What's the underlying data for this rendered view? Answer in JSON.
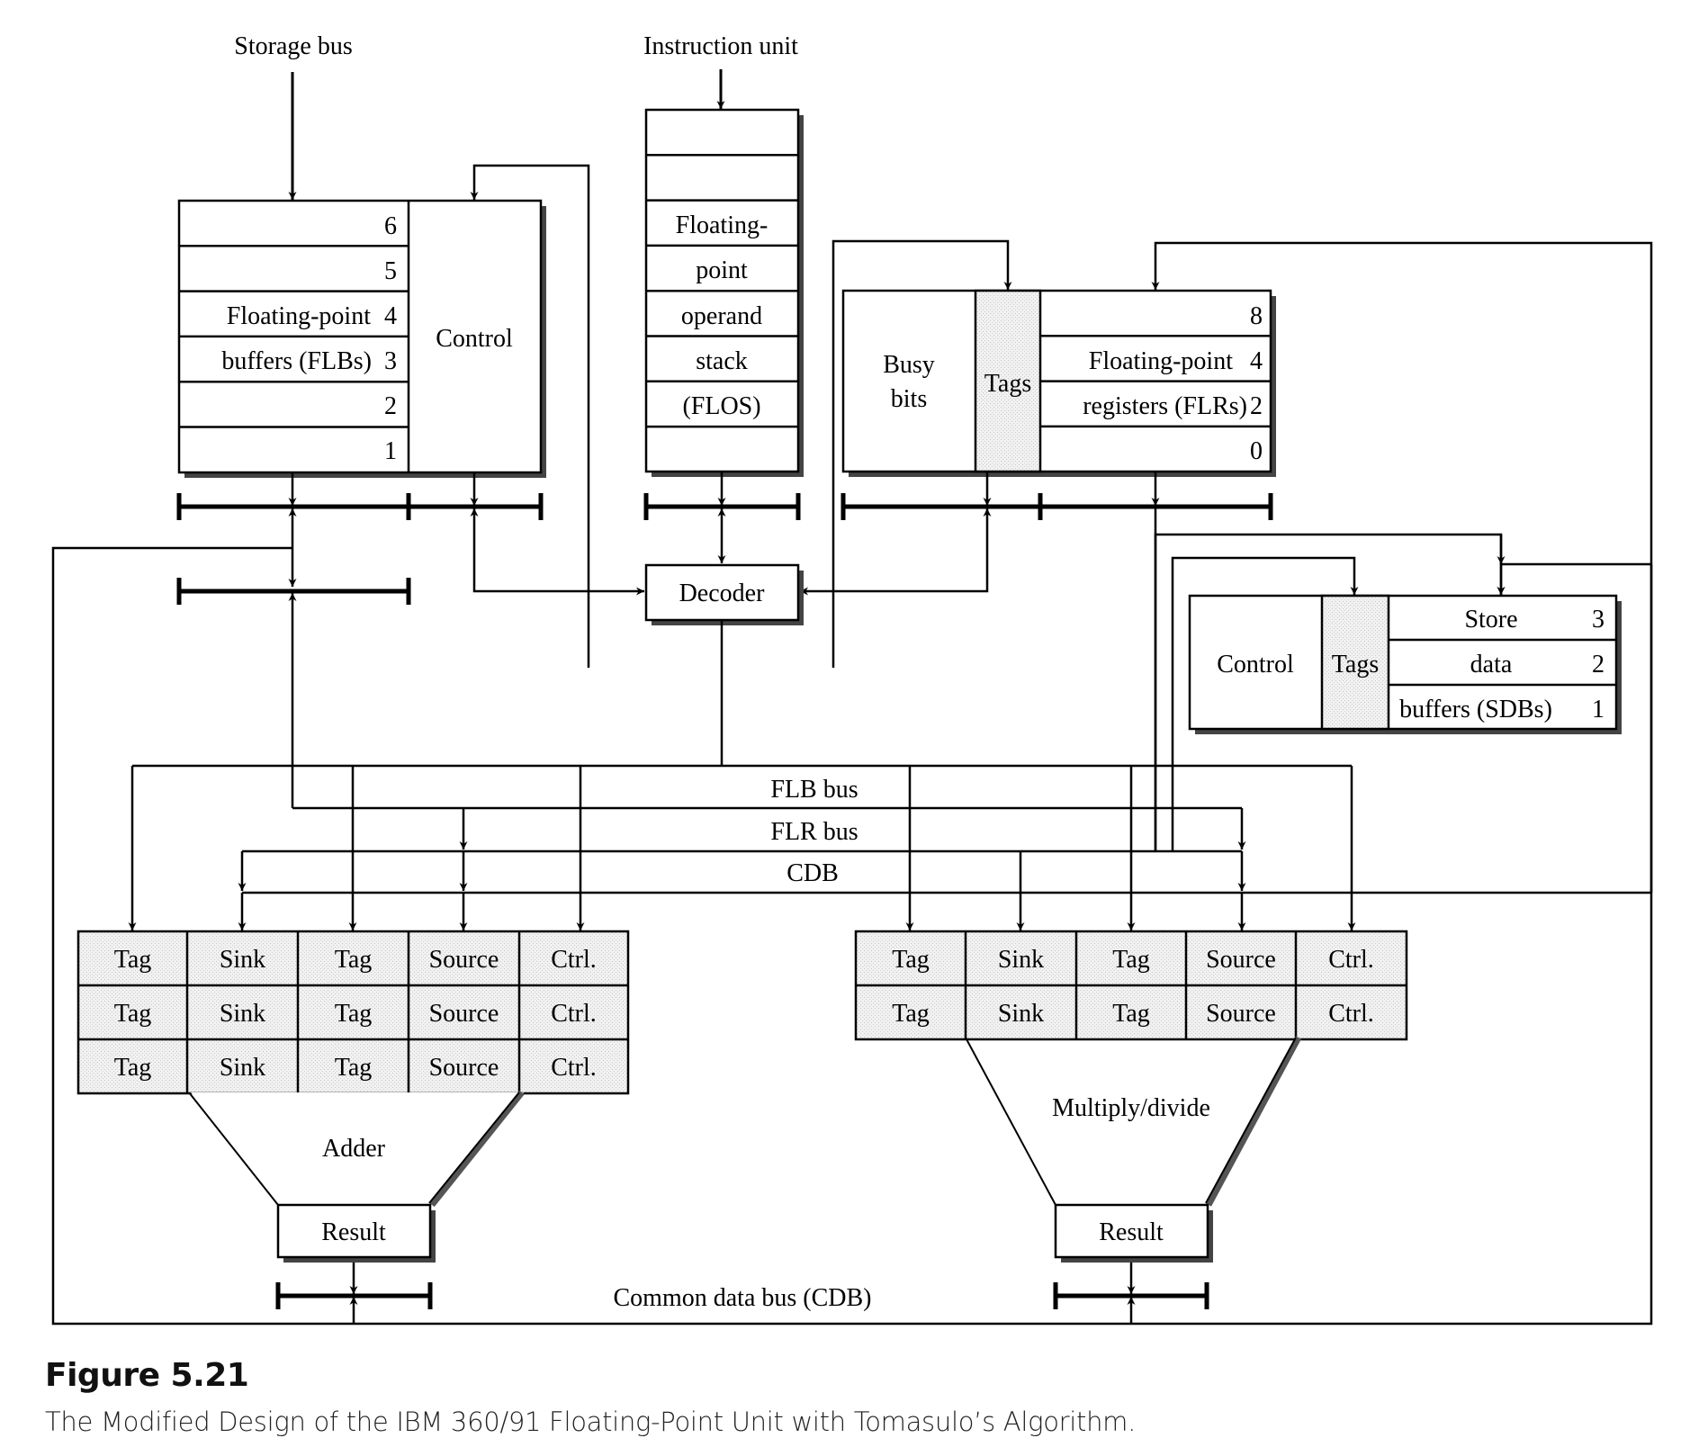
{
  "labels": {
    "storage_bus": "Storage bus",
    "instruction_unit": "Instruction unit",
    "flb_bus": "FLB bus",
    "flr_bus": "FLR bus",
    "cdb": "CDB",
    "common_data_bus": "Common data bus (CDB)",
    "decoder": "Decoder",
    "adder": "Adder",
    "multiply_divide": "Multiply/divide",
    "result": "Result"
  },
  "flb_block": {
    "rows": [
      "6",
      "5",
      "4",
      "3",
      "2",
      "1"
    ],
    "name_line1": "Floating-point",
    "name_line2": "buffers (FLBs)",
    "control": "Control"
  },
  "flos_block": {
    "rows": [
      "",
      "",
      "Floating-",
      "point",
      "operand",
      "stack",
      "(FLOS)",
      ""
    ]
  },
  "flr_block": {
    "busy_line1": "Busy",
    "busy_line2": "bits",
    "tags": "Tags",
    "rows": [
      "8",
      "4",
      "2",
      "0"
    ],
    "name_line1": "Floating-point",
    "name_line2": "registers (FLRs)"
  },
  "sdb_block": {
    "control": "Control",
    "tags": "Tags",
    "rows": [
      {
        "text": "Store",
        "num": "3"
      },
      {
        "text": "data",
        "num": "2"
      },
      {
        "text": "buffers (SDBs)",
        "num": "1"
      }
    ]
  },
  "reservation_stations": {
    "columns": [
      "Tag",
      "Sink",
      "Tag",
      "Source",
      "Ctrl."
    ],
    "adder_rows": 3,
    "multiply_divide_rows": 2
  },
  "caption": {
    "title": "Figure 5.21",
    "text": "The Modified Design of the IBM 360/91 Floating-Point Unit with Tomasulo’s Algorithm."
  },
  "colors": {
    "line": "#000000",
    "stipple_fill": "#e9e9e9",
    "shadow": "#555555"
  }
}
